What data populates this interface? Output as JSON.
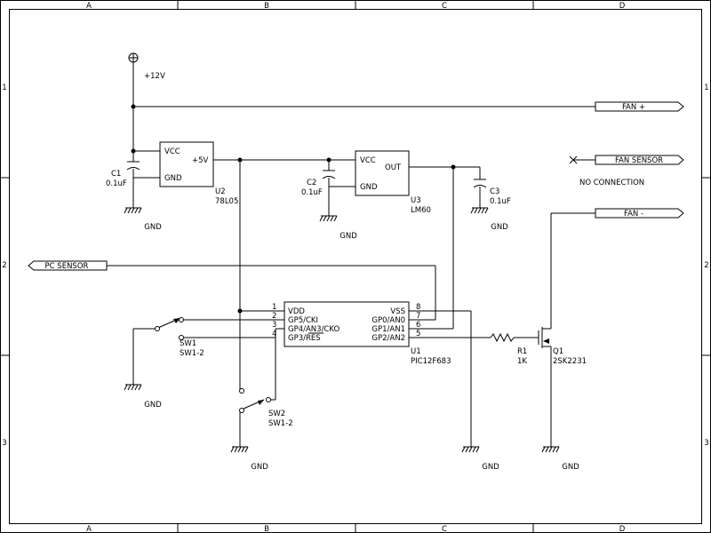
{
  "frame": {
    "cols": [
      "A",
      "B",
      "C",
      "D"
    ],
    "rows": [
      "1",
      "2",
      "3"
    ]
  },
  "power": {
    "v12": "+12V",
    "v5": "+5V",
    "gnd": "GND"
  },
  "components": {
    "c1": {
      "ref": "C1",
      "value": "0.1uF"
    },
    "c2": {
      "ref": "C2",
      "value": "0.1uF"
    },
    "c3": {
      "ref": "C3",
      "value": "0.1uF"
    },
    "u2": {
      "ref": "U2",
      "part": "78L05",
      "vcc": "VCC",
      "gnd": "GND"
    },
    "u3": {
      "ref": "U3",
      "part": "LM60",
      "vcc": "VCC",
      "out": "OUT",
      "gnd": "GND"
    },
    "u1": {
      "ref": "U1",
      "part": "PIC12F683",
      "left_pins": [
        {
          "num": "1",
          "name": "VDD"
        },
        {
          "num": "2",
          "name": "GP5/CKI"
        },
        {
          "num": "3",
          "name": "GP4/AN3/CKO"
        },
        {
          "num": "4",
          "name": "GP3/RES"
        }
      ],
      "right_pins": [
        {
          "num": "8",
          "name": "VSS"
        },
        {
          "num": "7",
          "name": "GP0/AN0"
        },
        {
          "num": "6",
          "name": "GP1/AN1"
        },
        {
          "num": "5",
          "name": "GP2/AN2"
        }
      ]
    },
    "r1": {
      "ref": "R1",
      "value": "1K"
    },
    "q1": {
      "ref": "Q1",
      "part": "2SK2231"
    },
    "sw1": {
      "ref": "SW1",
      "part": "SW1-2"
    },
    "sw2": {
      "ref": "SW2",
      "part": "SW1-2"
    }
  },
  "ports": {
    "fan_plus": "FAN +",
    "fan_sensor": "FAN SENSOR",
    "fan_minus": "FAN -",
    "pc_sensor": "PC SENSOR"
  },
  "notes": {
    "no_connection": "NO CONNECTION"
  }
}
